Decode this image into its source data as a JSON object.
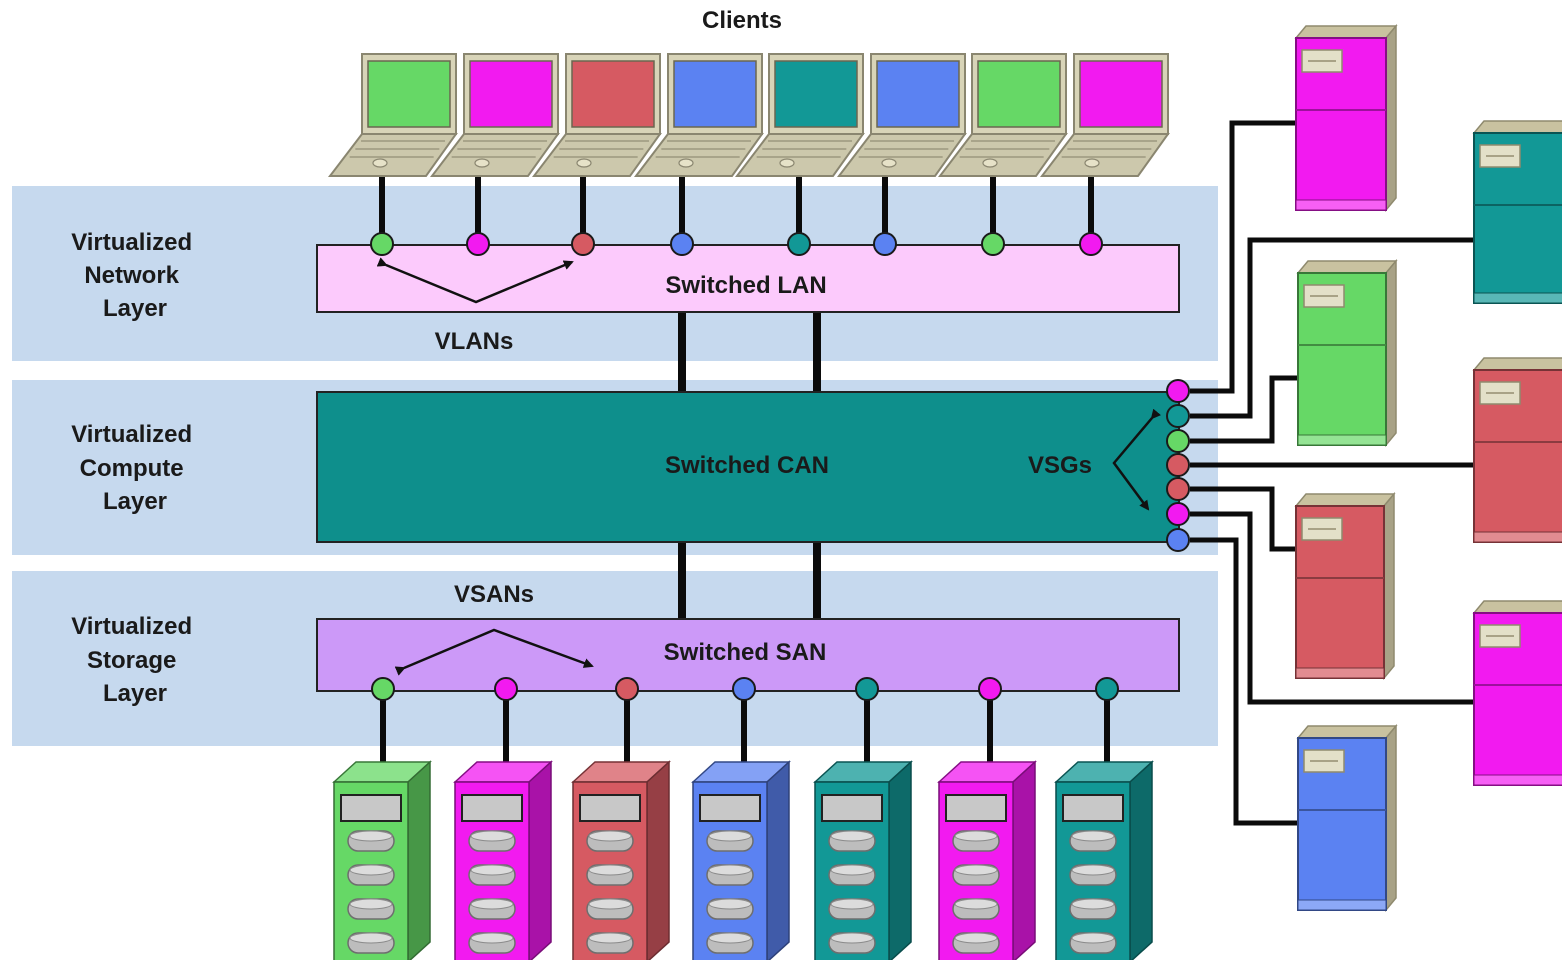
{
  "title": "Clients",
  "layers": {
    "network": [
      "Virtualized",
      "Network",
      "Layer"
    ],
    "compute": [
      "Virtualized",
      "Compute",
      "Layer"
    ],
    "storage": [
      "Virtualized",
      "Storage",
      "Layer"
    ]
  },
  "switches": {
    "lan": "Switched LAN",
    "can": "Switched CAN",
    "san": "Switched SAN"
  },
  "annotations": {
    "vlans": "VLANs",
    "vsgs": "VSGs",
    "vsans": "VSANs"
  },
  "colors": {
    "green": "#66d866",
    "magenta": "#f21af0",
    "red": "#d65a62",
    "blue": "#5b82f2",
    "teal": "#129896",
    "layer_band": "#c6d9ee",
    "lan": "#fccafc",
    "can": "#0e8f8c",
    "san": "#cc99f8"
  },
  "clients": [
    "green",
    "magenta",
    "red",
    "blue",
    "teal",
    "blue",
    "green",
    "magenta"
  ],
  "storage": [
    "green",
    "magenta",
    "red",
    "blue",
    "teal",
    "magenta",
    "teal"
  ],
  "vsg_ports": [
    "magenta",
    "teal",
    "green",
    "red",
    "red",
    "magenta",
    "blue"
  ],
  "servers": [
    "magenta",
    "teal",
    "green",
    "red",
    "red",
    "magenta",
    "blue"
  ]
}
